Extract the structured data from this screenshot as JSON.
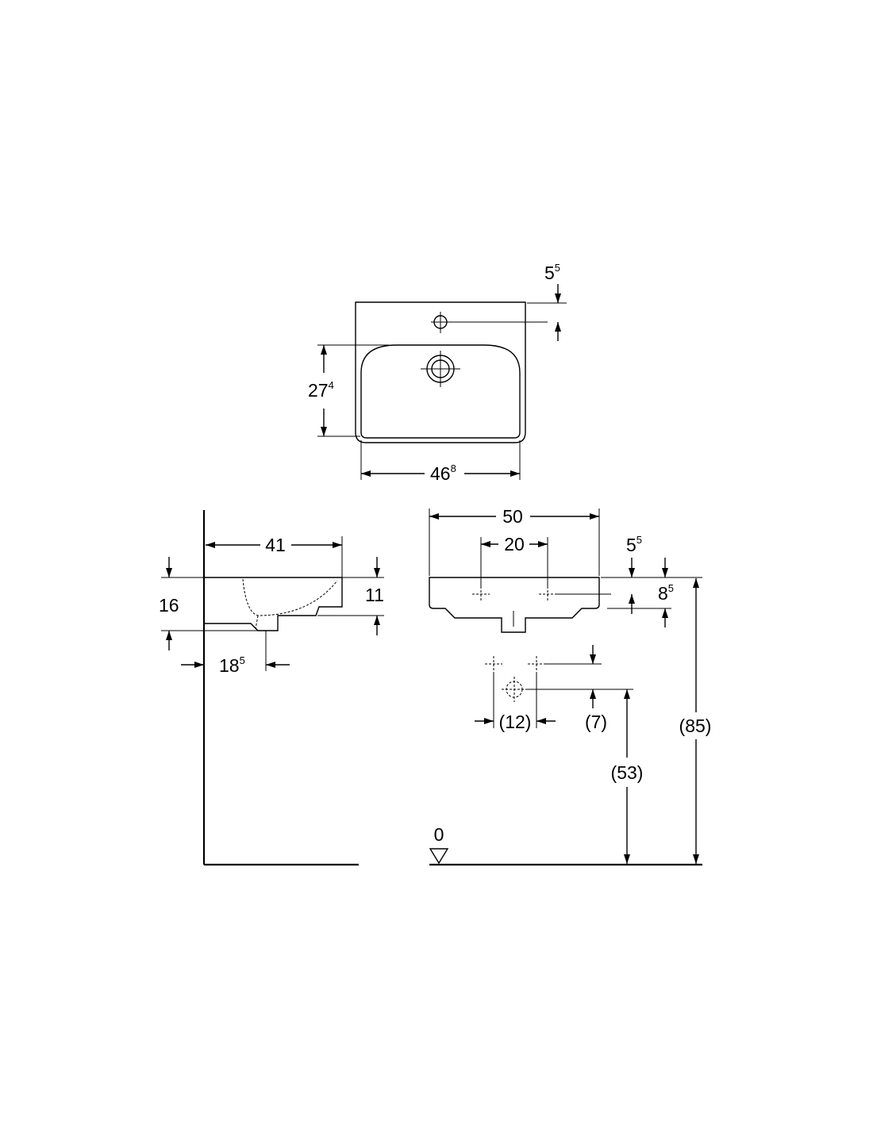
{
  "top_view": {
    "tap_hole_offset": {
      "base": "5",
      "sup": "5"
    },
    "bowl_depth": {
      "base": "27",
      "sup": "4"
    },
    "bowl_width": {
      "base": "46",
      "sup": "8"
    }
  },
  "side_view": {
    "depth": "41",
    "height": "16",
    "bowl_height": "11",
    "drain_offset": {
      "base": "18",
      "sup": "5"
    }
  },
  "front_view": {
    "width": "50",
    "hole_spacing": "20",
    "rim_offset": {
      "base": "5",
      "sup": "5"
    },
    "hole_height": {
      "base": "8",
      "sup": "5"
    },
    "supply_spacing": "(12)",
    "supply_offset": "(7)",
    "drain_height": "(53)",
    "rim_height": "(85)",
    "floor_level": "0"
  }
}
